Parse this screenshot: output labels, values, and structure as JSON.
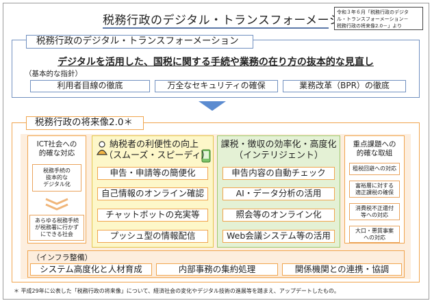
{
  "header": {
    "title": "税務行政のデジタル・トランスフォーメーション",
    "source_note": [
      "令和３年６月「税務行政のデジタ",
      "ル・トランスフォーメーション－",
      "税務行政の将来像2.0－」より"
    ]
  },
  "section1": {
    "tab": "税務行政のデジタル・トランスフォーメーション",
    "headline": "デジタルを活用した、国税に関する手続や業務の在り方の抜本的な見直し",
    "basic_label": "（基本的な指針）",
    "principles": [
      "利用者目線の徹底",
      "万全なセキュリティの確保",
      "業務改革（BPR）の徹底"
    ]
  },
  "section2": {
    "tab": "税務行政の将来像2.0＊",
    "left": {
      "header": [
        "ICT社会への",
        "的確な対応"
      ],
      "box1": [
        "税務手続の",
        "抜本的な",
        "デジタル化"
      ],
      "box2": [
        "あらゆる税務手続",
        "が税務署に行かず",
        "にできる社会"
      ]
    },
    "center_yellow": {
      "header": [
        "納税者の利便性の向上",
        "（スムーズ・スピーディ）"
      ],
      "items": [
        "申告・申請等の簡便化",
        "自己情報のオンライン確認",
        "チャットボットの充実等",
        "プッシュ型の情報配信"
      ]
    },
    "center_green": {
      "header": [
        "課税・徴収の効率化・高度化",
        "（インテリジェント）"
      ],
      "items": [
        "申告内容の自動チェック",
        "AI・データ分析の活用",
        "照会等のオンライン化",
        "Web会議システム等の活用"
      ]
    },
    "right": {
      "header": [
        "重点課題への",
        "的確な取組"
      ],
      "items": [
        [
          "租税回避への対応"
        ],
        [
          "富裕層に対する",
          "適正課税の確保"
        ],
        [
          "消費税不正還付",
          "等への対応"
        ],
        [
          "大口・悪質事案",
          "への対応"
        ]
      ]
    },
    "infra": {
      "label": "（インフラ整備）",
      "items": [
        "システム高度化と人材育成",
        "内部事務の集約処理",
        "関係機関との連携・協調"
      ]
    }
  },
  "footnote": "＊ 平成29年に公表した「税務行政の将来像」について、経済社会の変化やデジタル技術の進展等を踏まえ、アップデートしたもの。",
  "colors": {
    "blue_border": "#6f8fbf",
    "orange_border": "#f0a44d",
    "peach_fill": "#fdeede",
    "yellow_fill": "#fdf7c9",
    "green_fill": "#e4f1d5",
    "arrow_blue": "#5b8bd0"
  }
}
